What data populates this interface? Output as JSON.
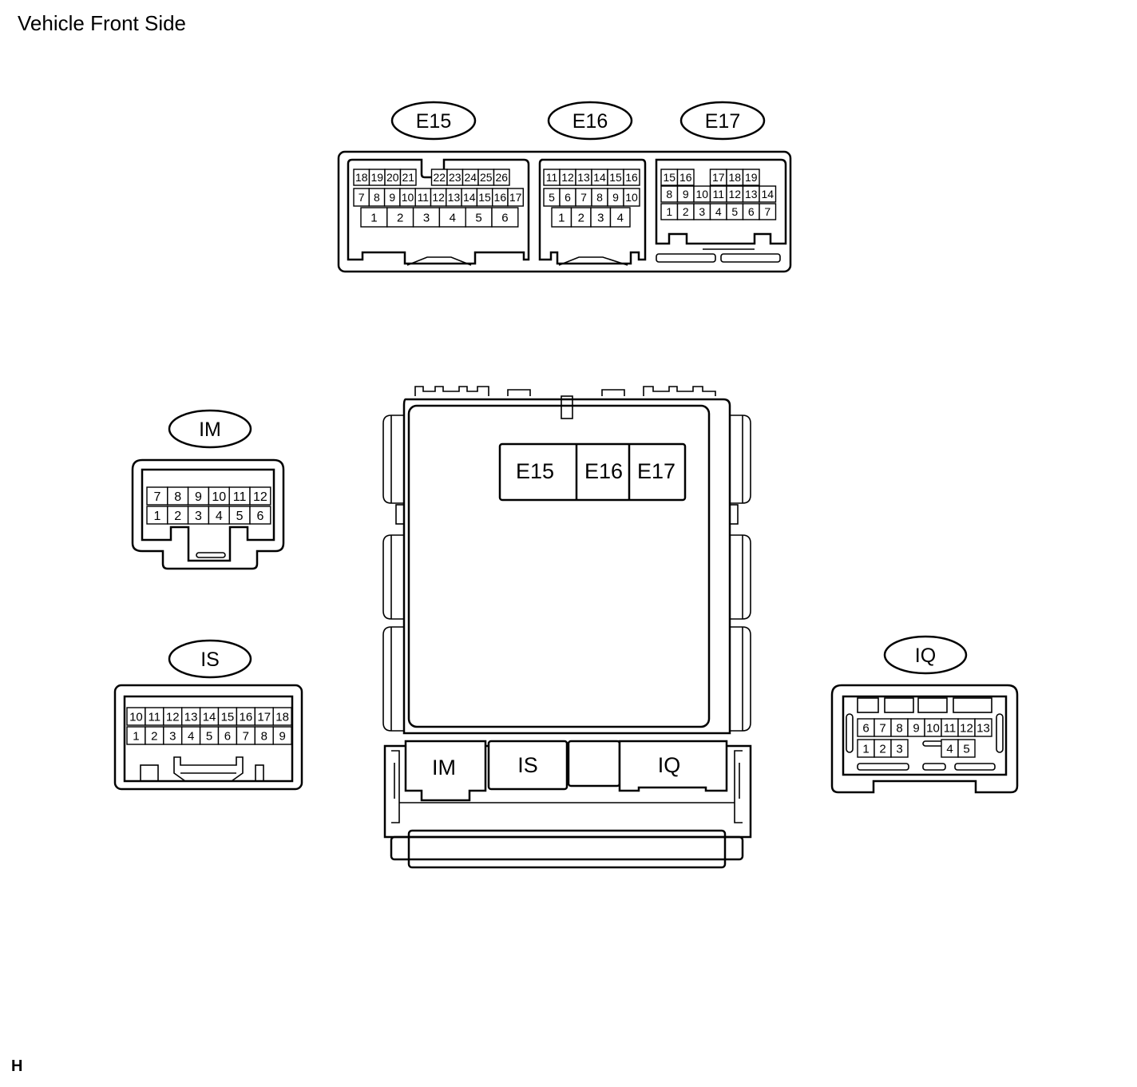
{
  "title": "Vehicle Front Side",
  "page_mark": "H",
  "connectors": {
    "E15": {
      "label": "E15",
      "rows": [
        [
          "18",
          "19",
          "20",
          "21",
          "",
          "22",
          "23",
          "24",
          "25",
          "26"
        ],
        [
          "7",
          "8",
          "9",
          "10",
          "11",
          "12",
          "13",
          "14",
          "15",
          "16",
          "17"
        ],
        [
          "1",
          "2",
          "3",
          "4",
          "5",
          "6"
        ]
      ]
    },
    "E16": {
      "label": "E16",
      "rows": [
        [
          "11",
          "12",
          "13",
          "14",
          "15",
          "16"
        ],
        [
          "5",
          "6",
          "7",
          "8",
          "9",
          "10"
        ],
        [
          "1",
          "2",
          "3",
          "4"
        ]
      ]
    },
    "E17": {
      "label": "E17",
      "rows": [
        [
          "15",
          "16",
          "",
          "17",
          "18",
          "19"
        ],
        [
          "8",
          "9",
          "10",
          "11",
          "12",
          "13",
          "14"
        ],
        [
          "1",
          "2",
          "3",
          "4",
          "5",
          "6",
          "7"
        ]
      ]
    },
    "IM": {
      "label": "IM",
      "rows": [
        [
          "7",
          "8",
          "9",
          "10",
          "11",
          "12"
        ],
        [
          "1",
          "2",
          "3",
          "4",
          "5",
          "6"
        ]
      ]
    },
    "IS": {
      "label": "IS",
      "rows": [
        [
          "10",
          "11",
          "12",
          "13",
          "14",
          "15",
          "16",
          "17",
          "18"
        ],
        [
          "1",
          "2",
          "3",
          "4",
          "5",
          "6",
          "7",
          "8",
          "9"
        ]
      ]
    },
    "IQ": {
      "label": "IQ",
      "rows": [
        [
          "6",
          "7",
          "8",
          "9",
          "10",
          "11",
          "12",
          "13"
        ],
        [
          "1",
          "2",
          "3",
          "",
          "",
          "4",
          "5"
        ]
      ]
    }
  },
  "junction_block": {
    "top_sockets": [
      "E15",
      "E16",
      "E17"
    ],
    "bottom_sockets": [
      "IM",
      "IS",
      "",
      "IQ"
    ]
  }
}
